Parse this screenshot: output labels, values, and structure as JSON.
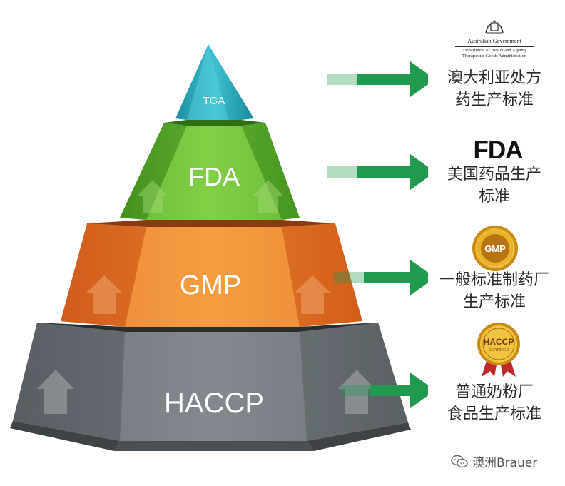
{
  "pyramid": {
    "tiers": [
      {
        "label": "TGA"
      },
      {
        "label": "FDA"
      },
      {
        "label": "GMP"
      },
      {
        "label": "HACCP"
      }
    ]
  },
  "descriptions": [
    {
      "line1": "澳大利亚处方",
      "line2": "药生产标准"
    },
    {
      "line1": "美国药品生产",
      "line2": "标准"
    },
    {
      "line1": "一般标准制药厂",
      "line2": "生产标准"
    },
    {
      "line1": "普通奶粉厂",
      "line2": "食品生产标准"
    }
  ],
  "logos": {
    "australian_gov": {
      "line1": "Australian Government",
      "line2": "Department of Health and Ageing",
      "line3": "Therapeutic Goods Administration"
    },
    "fda": {
      "text": "FDA"
    },
    "gmp": {
      "text": "GMP"
    },
    "haccp": {
      "text": "HACCP",
      "subtext": "CERTIFIED"
    }
  },
  "watermark": {
    "text": "澳洲Brauer"
  },
  "colors": {
    "tga": "#2aa7b8",
    "fda": "#5fb52f",
    "gmp": "#f07c1e",
    "haccp": "#6e7479",
    "arrow": "#1f9a4f",
    "gold": "#d8a019"
  },
  "icons": [
    "arrow-right-icon",
    "australian-coat-of-arms-icon",
    "gmp-seal-icon",
    "haccp-seal-icon",
    "wechat-icon"
  ]
}
